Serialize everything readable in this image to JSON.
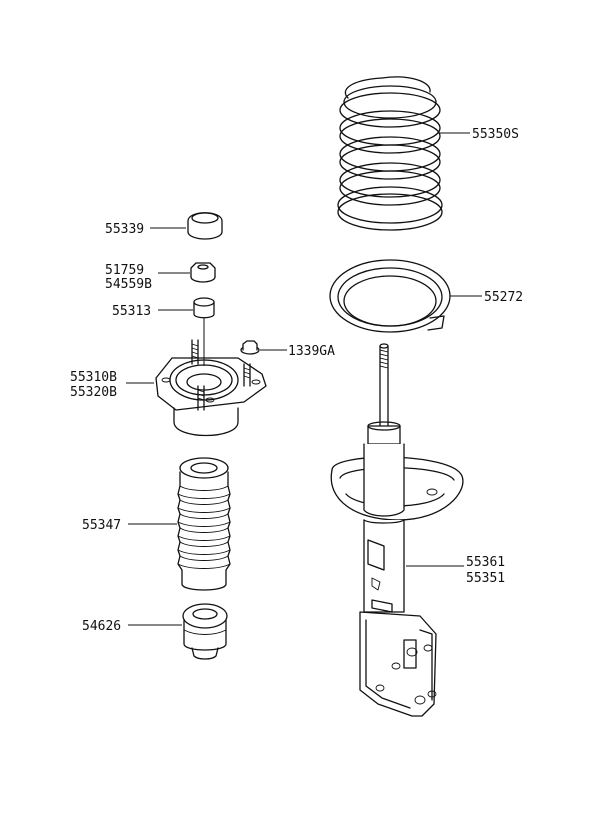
{
  "diagram": {
    "labels": {
      "spring": "55350S",
      "spring_pad": "55272",
      "cap": "55339",
      "nut": "51759",
      "washer": "54559B",
      "bushing": "55313",
      "flange_nut": "1339GA",
      "mount_1": "55310B",
      "mount_2": "55320B",
      "dust_boot": "55347",
      "bump_stop": "54626",
      "strut_1": "55361",
      "strut_2": "55351"
    }
  }
}
